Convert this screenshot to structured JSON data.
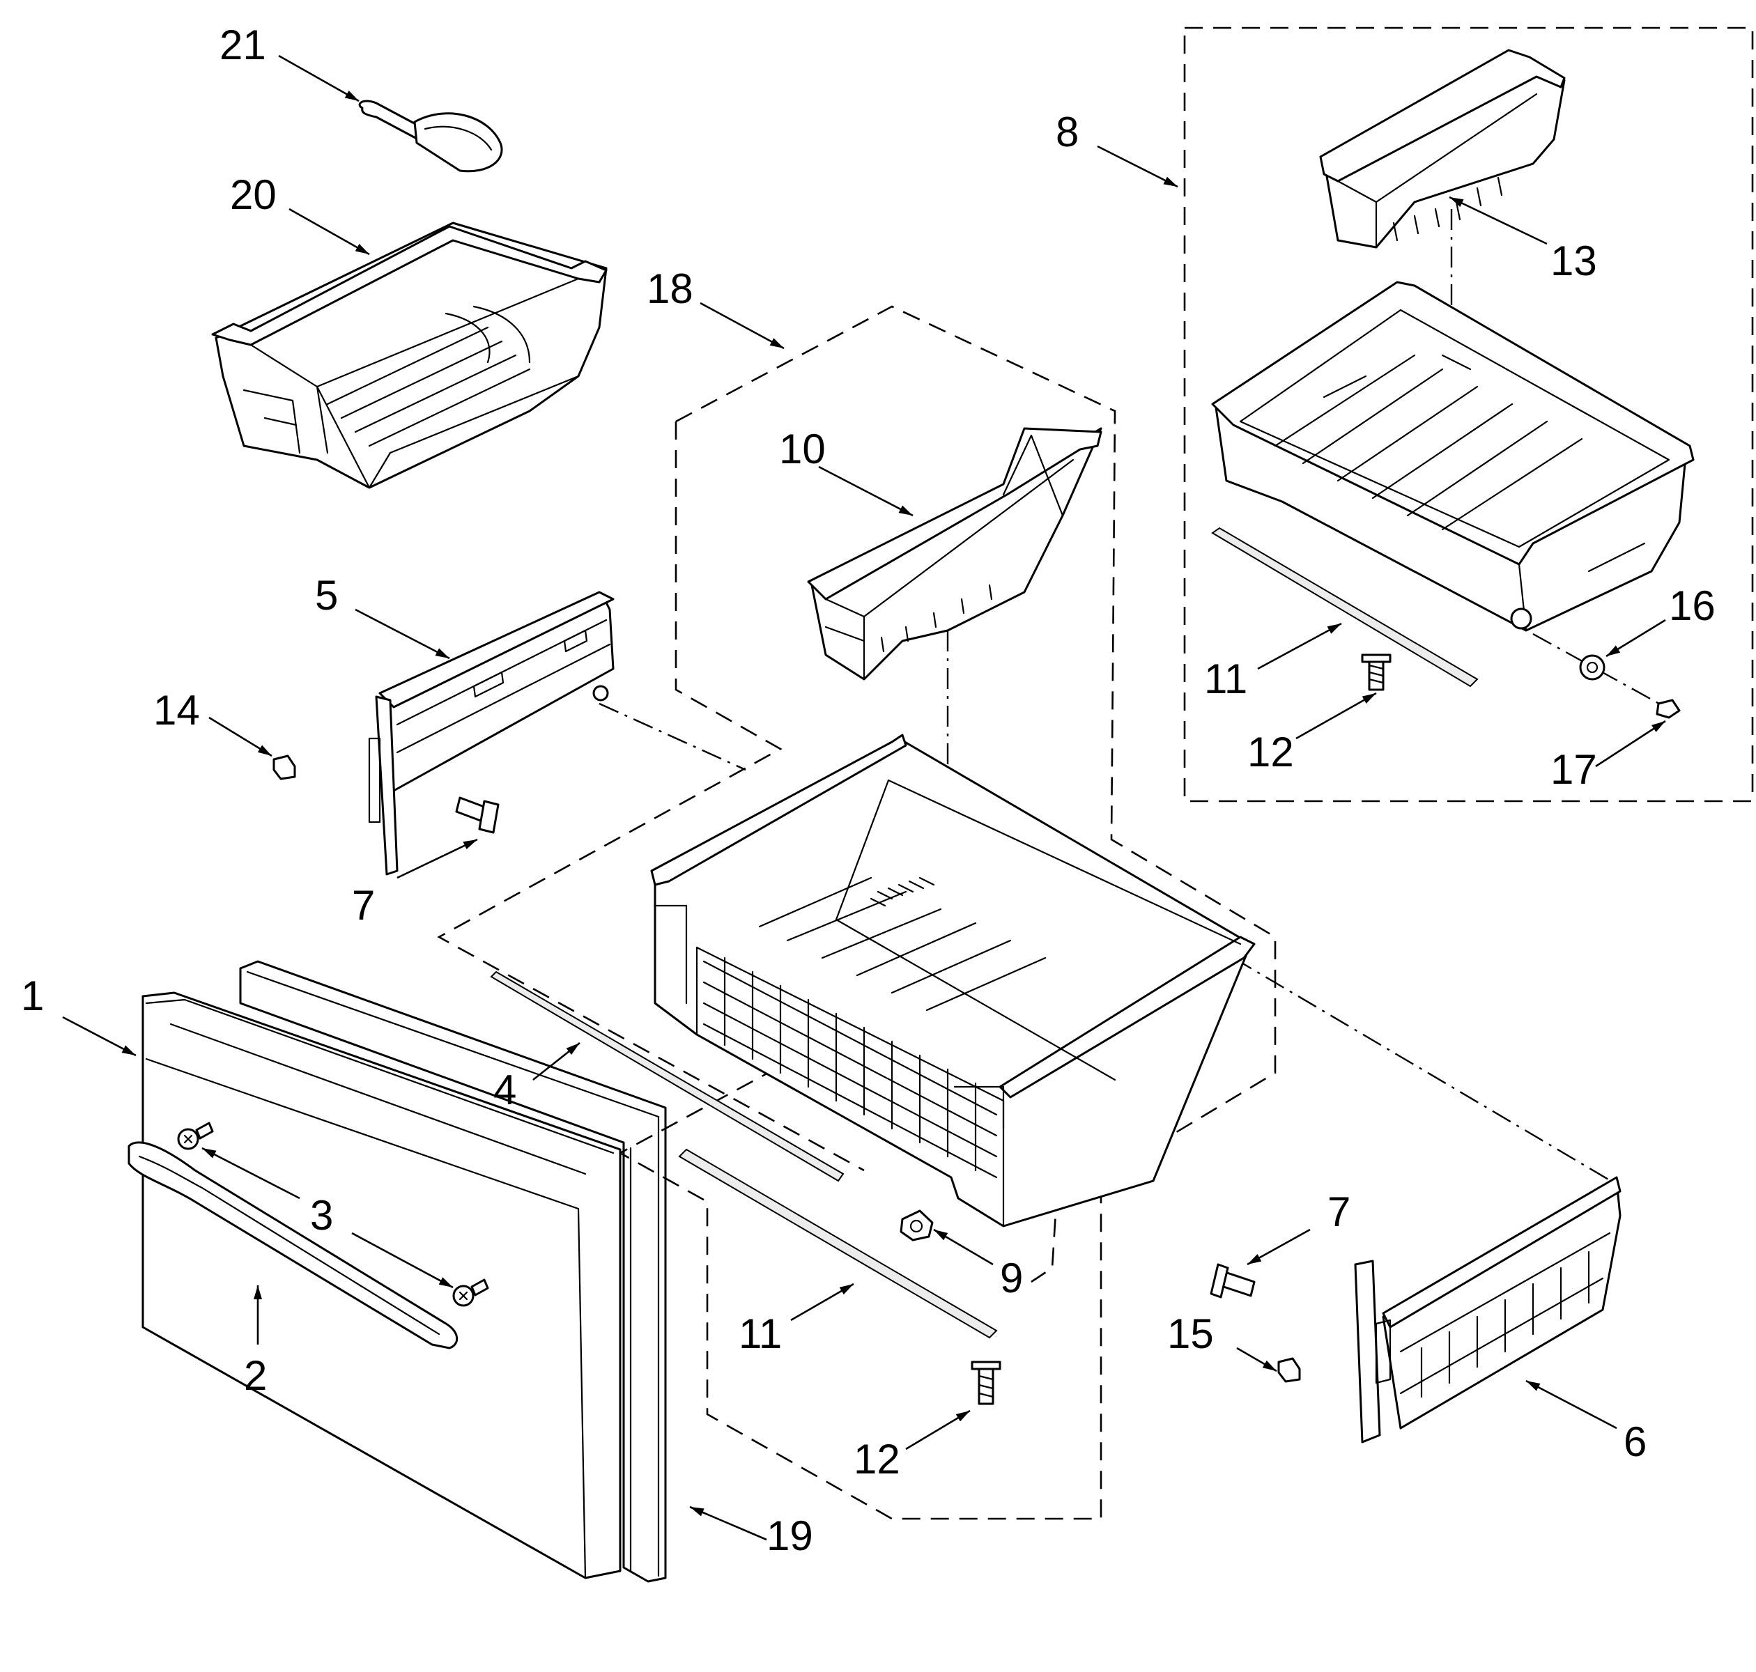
{
  "callouts": [
    {
      "id": "1",
      "text": "1"
    },
    {
      "id": "2",
      "text": "2"
    },
    {
      "id": "3",
      "text": "3"
    },
    {
      "id": "4",
      "text": "4"
    },
    {
      "id": "5",
      "text": "5"
    },
    {
      "id": "6",
      "text": "6"
    },
    {
      "id": "7a",
      "text": "7"
    },
    {
      "id": "7b",
      "text": "7"
    },
    {
      "id": "8",
      "text": "8"
    },
    {
      "id": "9",
      "text": "9"
    },
    {
      "id": "10",
      "text": "10"
    },
    {
      "id": "11a",
      "text": "11"
    },
    {
      "id": "11b",
      "text": "11"
    },
    {
      "id": "12a",
      "text": "12"
    },
    {
      "id": "12b",
      "text": "12"
    },
    {
      "id": "13",
      "text": "13"
    },
    {
      "id": "14",
      "text": "14"
    },
    {
      "id": "15",
      "text": "15"
    },
    {
      "id": "16",
      "text": "16"
    },
    {
      "id": "17",
      "text": "17"
    },
    {
      "id": "18",
      "text": "18"
    },
    {
      "id": "19",
      "text": "19"
    },
    {
      "id": "20",
      "text": "20"
    },
    {
      "id": "21",
      "text": "21"
    }
  ]
}
